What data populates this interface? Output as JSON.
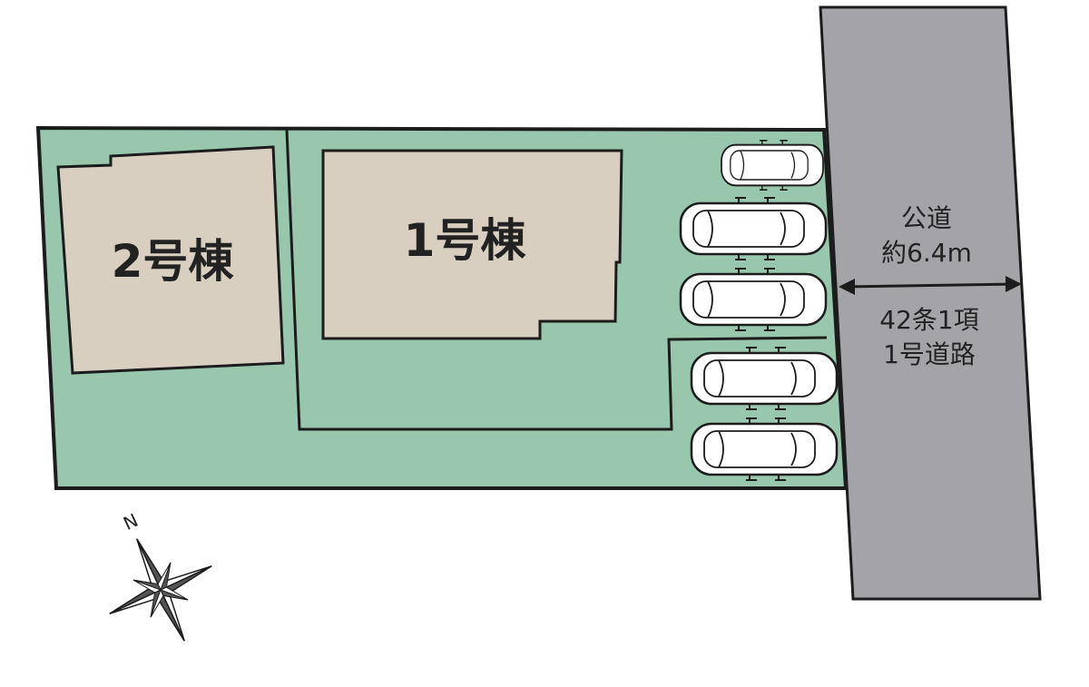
{
  "buildings": {
    "building_2": "2号棟",
    "building_1": "1号棟"
  },
  "road": {
    "line1": "公道",
    "line2": "約6.4m",
    "line3": "42条1項",
    "line4": "1号道路"
  },
  "compass": {
    "north_label": "N"
  },
  "parking": {
    "car_count": 5
  },
  "colors": {
    "lot": "#98c7ad",
    "building": "#d8cfc0",
    "road": "#a4a4a8",
    "outline": "#1c1c1c"
  }
}
